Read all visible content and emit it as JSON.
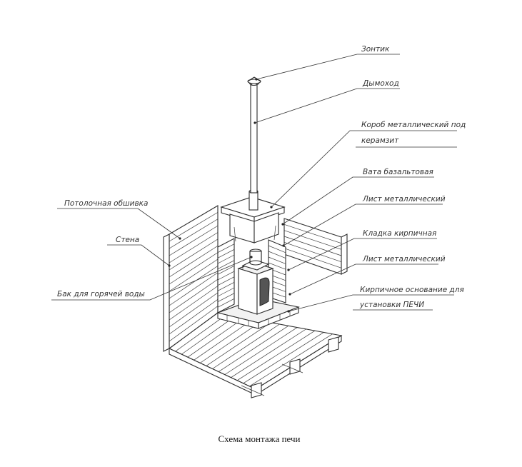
{
  "diagram": {
    "caption": "Схема монтажа печи",
    "labels": {
      "umbrella": "Зонтик",
      "chimney": "Дымоход",
      "box_line1": "Короб металлический под",
      "box_line2": "керамзит",
      "basalt_wool": "Вата базальтовая",
      "metal_sheet_top": "Лист металлический",
      "brickwork": "Кладка кирпичная",
      "metal_sheet_bottom": "Лист металлический",
      "brick_base_line1": "Кирпичное основание для",
      "brick_base_line2": "установки ПЕЧИ",
      "ceiling_lining": "Потолочная обшивка",
      "wall": "Стена",
      "hot_water_tank": "Бак для горячей воды"
    }
  }
}
